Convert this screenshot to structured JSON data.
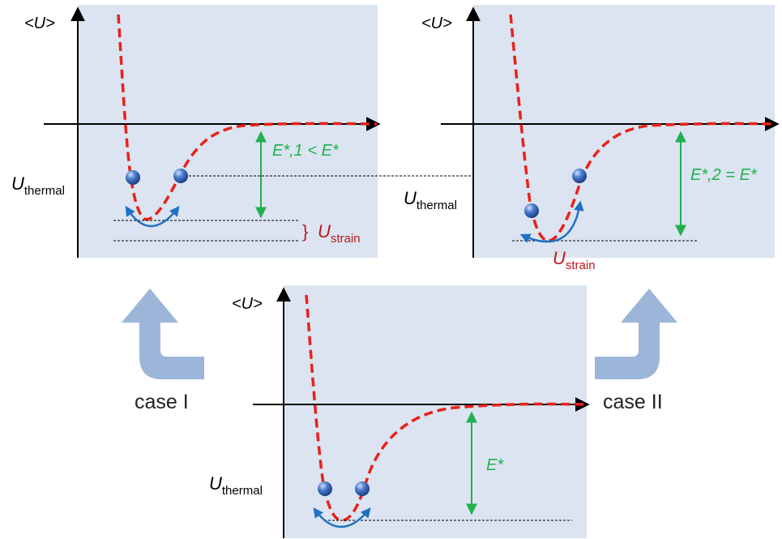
{
  "colors": {
    "panel_bg": "#dbe4f0",
    "curve": "#e8211b",
    "energy_arrow": "#22b04e",
    "vibration_arrow": "#1f72c4",
    "ball": "#4a78c4",
    "big_arrow": "#9cb6da",
    "strain_label": "#c0161b",
    "axis": "#000000"
  },
  "panels": {
    "top_left": {
      "y_axis_label": "<U>",
      "u_thermal": {
        "main": "U",
        "sub": "thermal"
      },
      "energy": {
        "text": "E*,1 < E*"
      },
      "u_strain": {
        "main": "U",
        "sub": "strain"
      },
      "brace": "}"
    },
    "top_right": {
      "y_axis_label": "<U>",
      "u_thermal": {
        "main": "U",
        "sub": "thermal"
      },
      "energy": {
        "text": "E*,2 = E*"
      },
      "u_strain": {
        "main": "U",
        "sub": "strain"
      }
    },
    "bottom": {
      "y_axis_label": "<U>",
      "u_thermal": {
        "main": "U",
        "sub": "thermal"
      },
      "energy": {
        "text": "E*"
      }
    }
  },
  "cases": {
    "left": "case I",
    "right": "case II"
  },
  "icons": [
    "curved-arrow-up-left-icon",
    "curved-arrow-up-right-icon",
    "double-arrow-icon"
  ]
}
